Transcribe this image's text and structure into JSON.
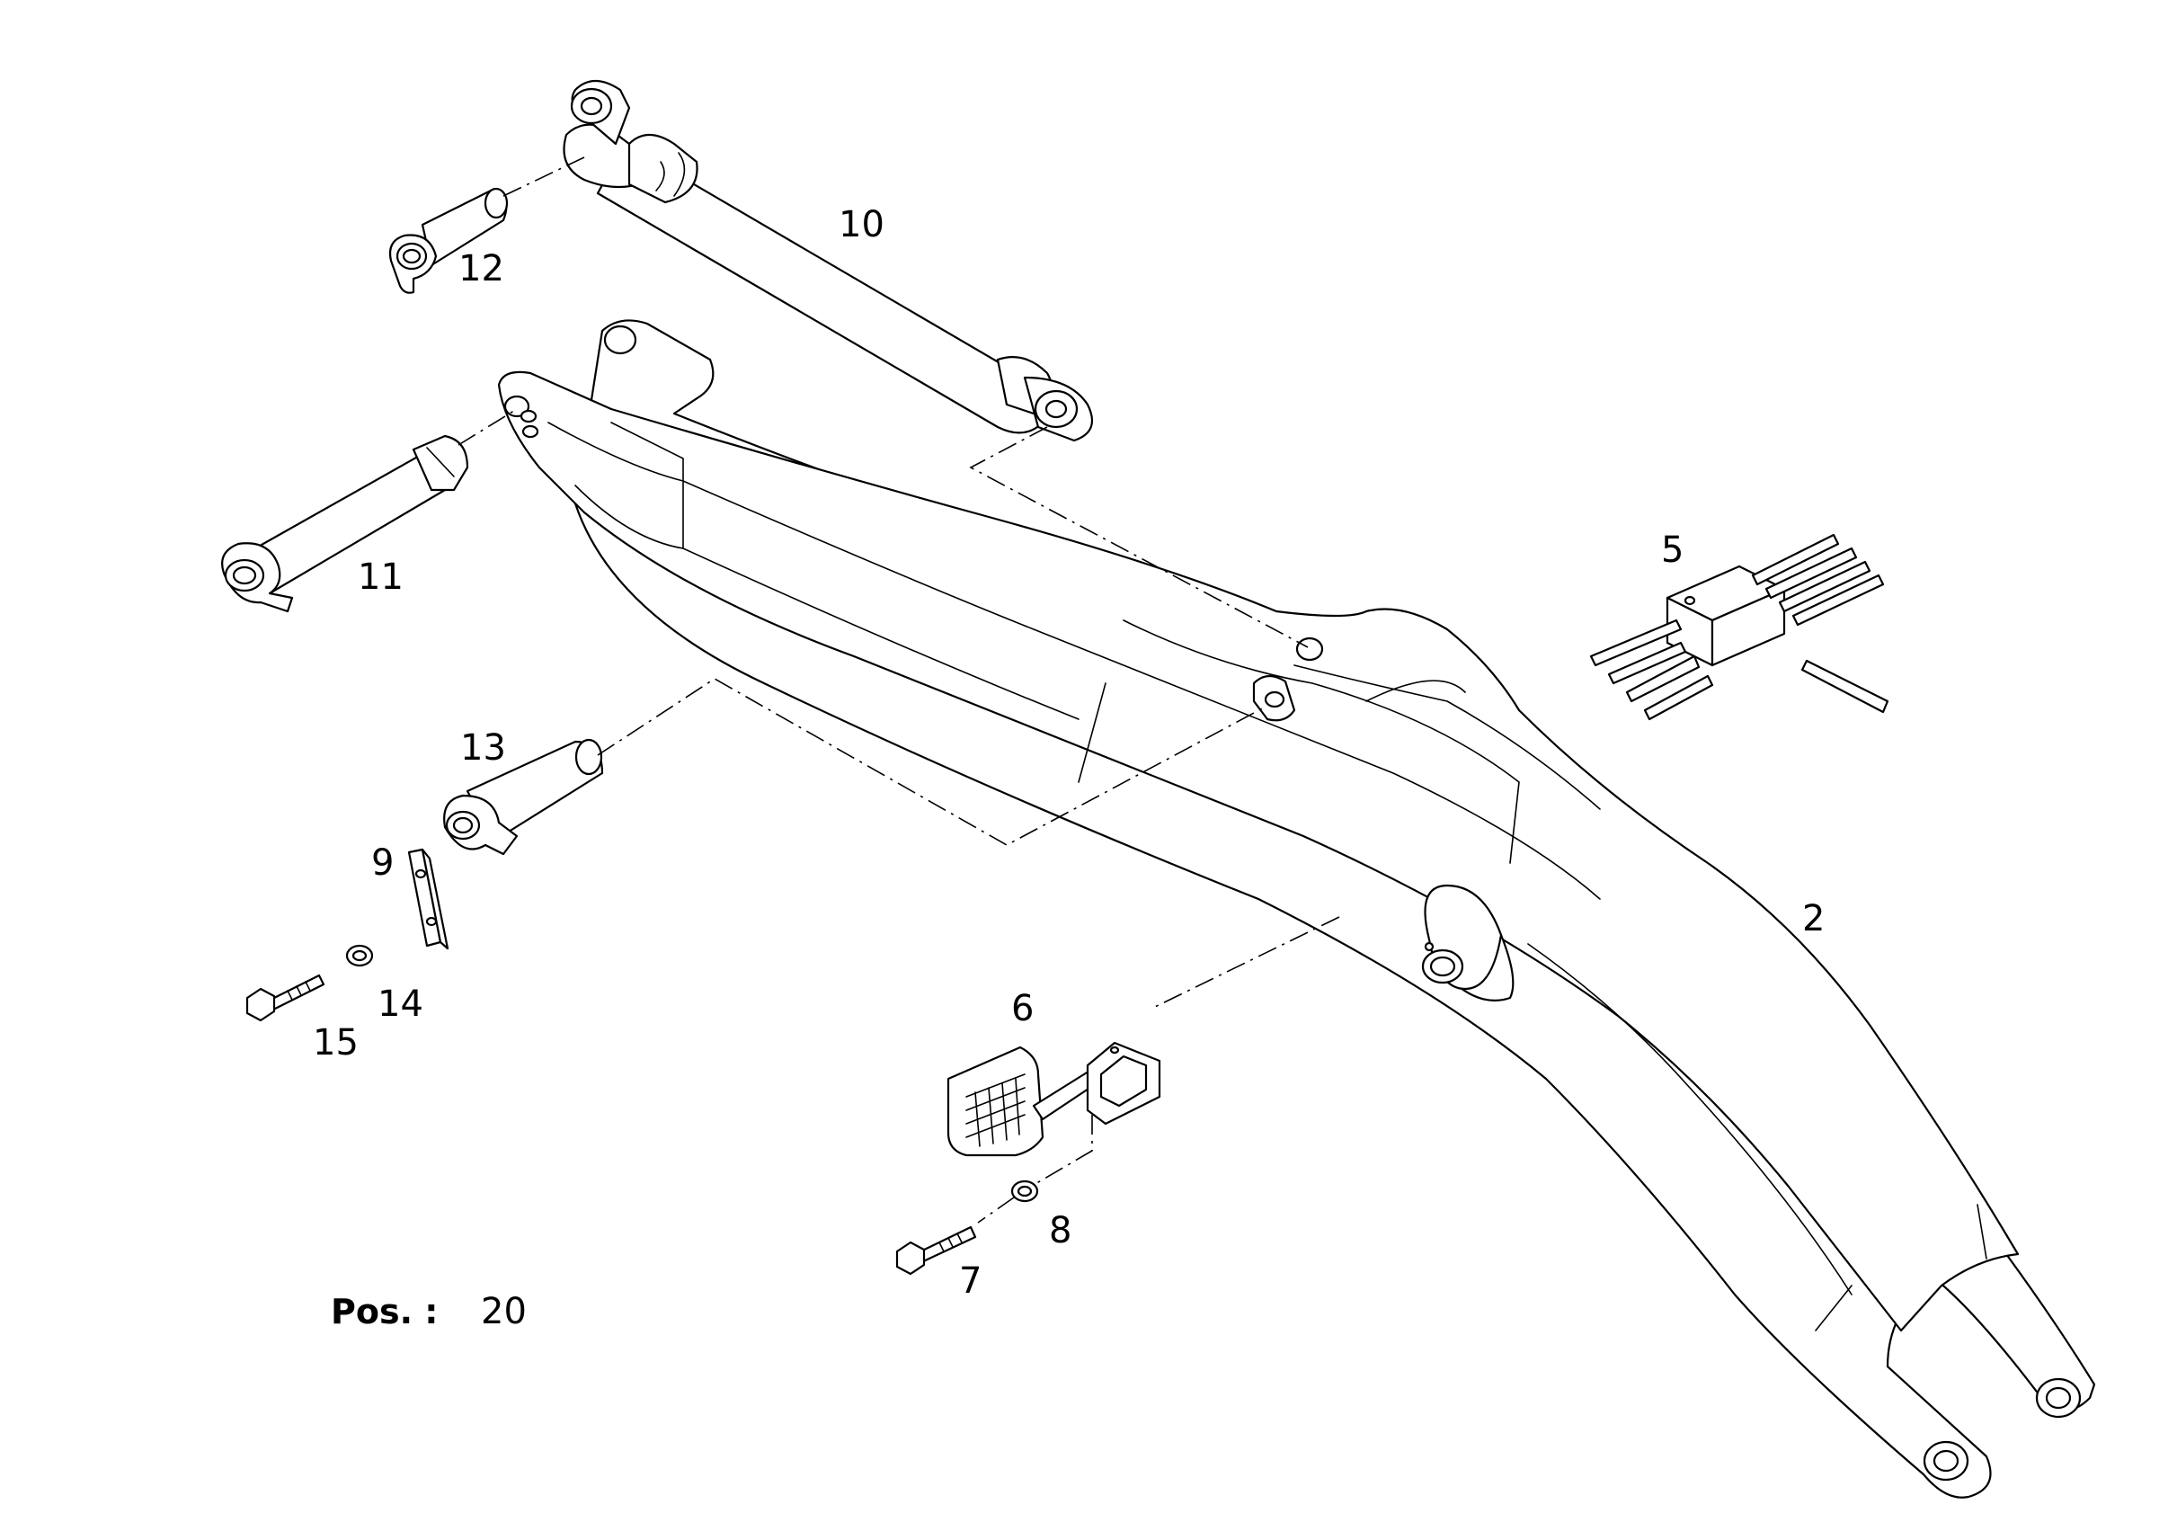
{
  "diagram": {
    "callouts": {
      "c2": "2",
      "c5": "5",
      "c6": "6",
      "c7": "7",
      "c8": "8",
      "c9": "9",
      "c10": "10",
      "c11": "11",
      "c12": "12",
      "c13": "13",
      "c14": "14",
      "c15": "15"
    },
    "position": {
      "label": "Pos. :",
      "value": "20"
    }
  }
}
